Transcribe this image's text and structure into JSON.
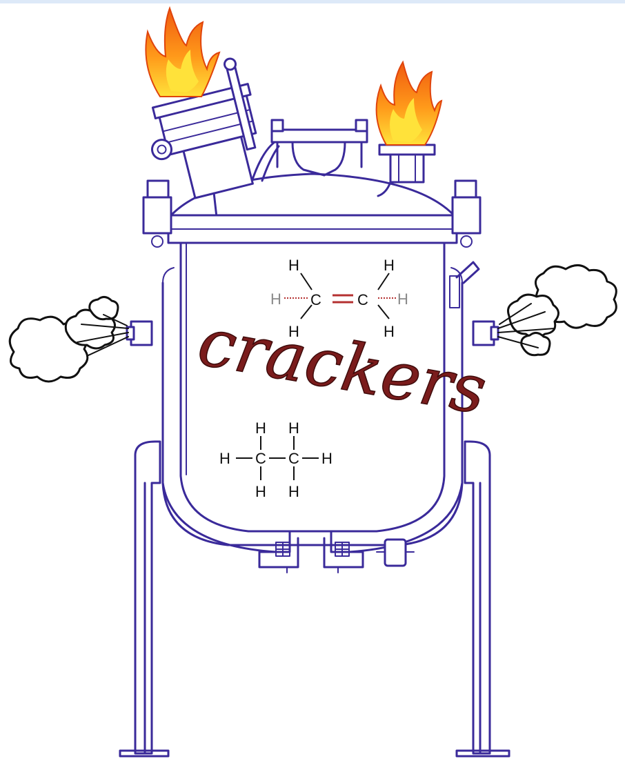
{
  "colors": {
    "ink": "#3a2a9a",
    "wordmark": "#7a1c1c",
    "flame_outer": "#f05a10",
    "flame_mid": "#ff9a1a",
    "flame_inner": "#ffe23a",
    "double_bond": "#b43030"
  },
  "diagram": {
    "wordmark": "crackers",
    "ethene": {
      "atoms": [
        "H",
        "H",
        "H",
        "C",
        "C",
        "H",
        "H",
        "H"
      ]
    },
    "ethane": {
      "atoms": [
        "H",
        "H",
        "H",
        "C",
        "C",
        "H",
        "H",
        "H"
      ]
    }
  }
}
